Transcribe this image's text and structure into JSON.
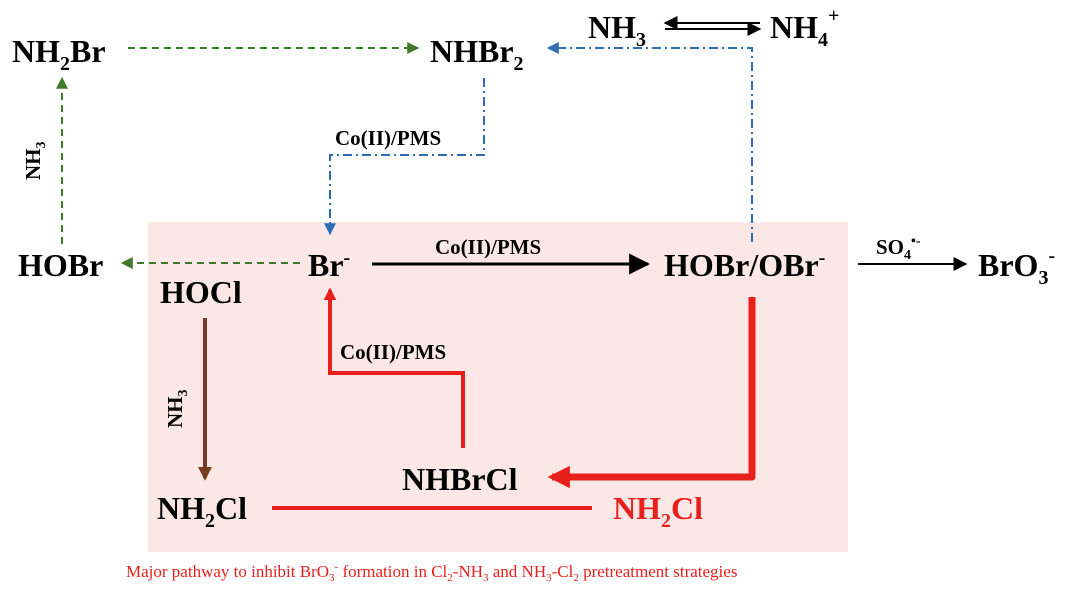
{
  "colors": {
    "highlight_box": "#fbe7e6",
    "green_path": "#3f7a2a",
    "blue_path": "#2e6db4",
    "black_path": "#000000",
    "red_path": "#e8201c",
    "brown_path": "#7a3b20",
    "text": "#000000",
    "red_text": "#e8201c",
    "caption_text": "#e8201c"
  },
  "species": {
    "nh2br": {
      "main": "NH",
      "sub": "2",
      "rest": "Br"
    },
    "nhbr2": {
      "main": "NHBr",
      "sub": "2"
    },
    "nh3_top": {
      "main": "NH",
      "sub": "3"
    },
    "nh4": {
      "main": "NH",
      "sub": "4",
      "sup": "+"
    },
    "hobr_left": "HOBr",
    "hocl": "HOCl",
    "br": {
      "main": "Br",
      "sup": "-"
    },
    "hobr_obr": {
      "main": "HOBr/OBr",
      "sup": "-"
    },
    "bro3": {
      "main": "BrO",
      "sub": "3",
      "sup": "-"
    },
    "nhbrcl": "NHBrCl",
    "nh2cl_left": {
      "main": "NH",
      "sub": "2",
      "rest": "Cl"
    },
    "nh2cl_right": {
      "main": "NH",
      "sub": "2",
      "rest": "Cl"
    }
  },
  "labels": {
    "co_pms_upper": "Co(II)/PMS",
    "co_pms_middle": "Co(II)/PMS",
    "co_pms_lower": "Co(II)/PMS",
    "so4_radical": {
      "main": "SO",
      "sub": "4",
      "sup": "•-"
    },
    "nh3_vertical_left": {
      "main": "NH",
      "sub": "3"
    },
    "nh3_vertical_mid": {
      "main": "NH",
      "sub": "3"
    }
  },
  "caption": {
    "part1": "Major pathway to inhibit BrO",
    "sub1": "3",
    "sup1": "-",
    "part2": " formation in Cl",
    "sub2": "2",
    "part3": "-NH",
    "sub3": "3",
    "part4": " and NH",
    "sub4": "3",
    "part5": "-Cl",
    "sub5": "2",
    "part6": " pretreatment strategies"
  }
}
